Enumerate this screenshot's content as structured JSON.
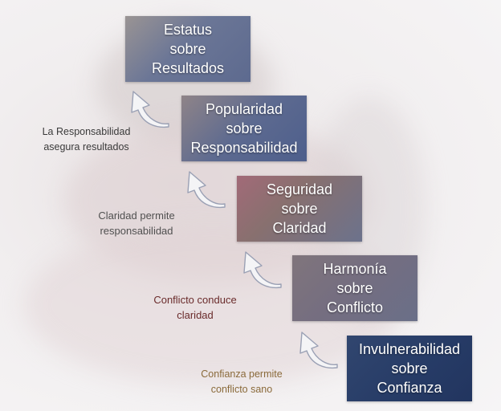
{
  "levels": [
    {
      "line1": "Estatus",
      "line2": "sobre",
      "line3": "Resultados"
    },
    {
      "line1": "Popularidad",
      "line2": "sobre",
      "line3": "Responsabilidad"
    },
    {
      "line1": "Seguridad",
      "line2": "sobre",
      "line3": "Claridad"
    },
    {
      "line1": "Harmonía",
      "line2": "sobre",
      "line3": "Conflicto"
    },
    {
      "line1": "Invulnerabilidad",
      "line2": "sobre",
      "line3": "Confianza"
    }
  ],
  "transitions": [
    {
      "line1": "La Responsabilidad",
      "line2": "asegura resultados"
    },
    {
      "line1": "Claridad permite",
      "line2": "responsabilidad"
    },
    {
      "line1": "Conflicto conduce",
      "line2": "claridad"
    },
    {
      "line1": "Confianza permite",
      "line2": "conflicto sano"
    }
  ],
  "icons": [
    "arrow-up-left-icon"
  ]
}
